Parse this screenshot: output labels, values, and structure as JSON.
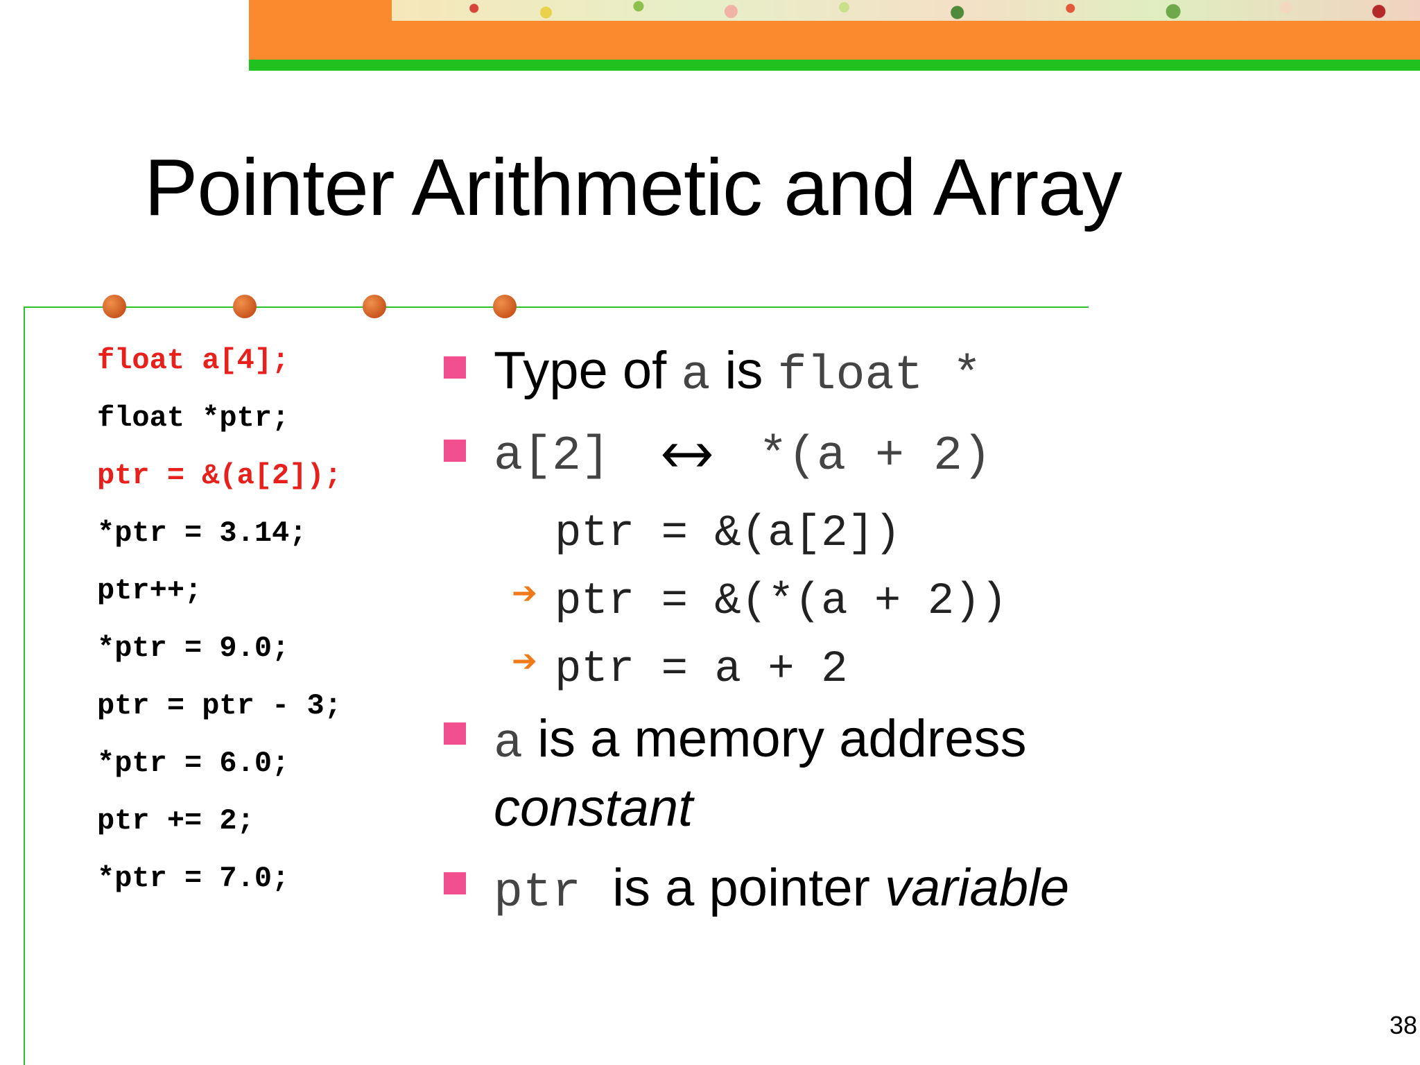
{
  "slide": {
    "title": "Pointer Arithmetic and Array",
    "page_number": "38",
    "colors": {
      "header_orange": "#fb8a2e",
      "header_green": "#1fc21f",
      "divider_green": "#2bc22b",
      "dot_orange": "#c9561e",
      "bullet_pink": "#f24f8f",
      "code_red": "#e8201c",
      "arrow_orange": "#f07a1a"
    }
  },
  "code": {
    "lines": [
      "float a[4];",
      "float *ptr;",
      "ptr = &(a[2]);",
      "*ptr = 3.14;",
      "ptr++;",
      "*ptr = 9.0;",
      "ptr = ptr - 3;",
      "*ptr = 6.0;",
      "ptr += 2;",
      "*ptr = 7.0;"
    ]
  },
  "bullets": {
    "b1": {
      "text1": "Type of ",
      "code1": "a",
      "text2": " is ",
      "code2": "float *"
    },
    "b2": {
      "left": "a[2]",
      "arrow": "🡘",
      "right": "*(a + 2)"
    },
    "sub1": "ptr = &(a[2])",
    "sub2": "ptr = &(*(a + 2))",
    "sub3": "ptr = a + 2",
    "sub_arrow": "➔",
    "b3": {
      "code": "a",
      "text1": " is a memory address",
      "text2": "constant"
    },
    "b4": {
      "code": "ptr",
      "text1": " is a pointer ",
      "text2": "variable"
    }
  }
}
